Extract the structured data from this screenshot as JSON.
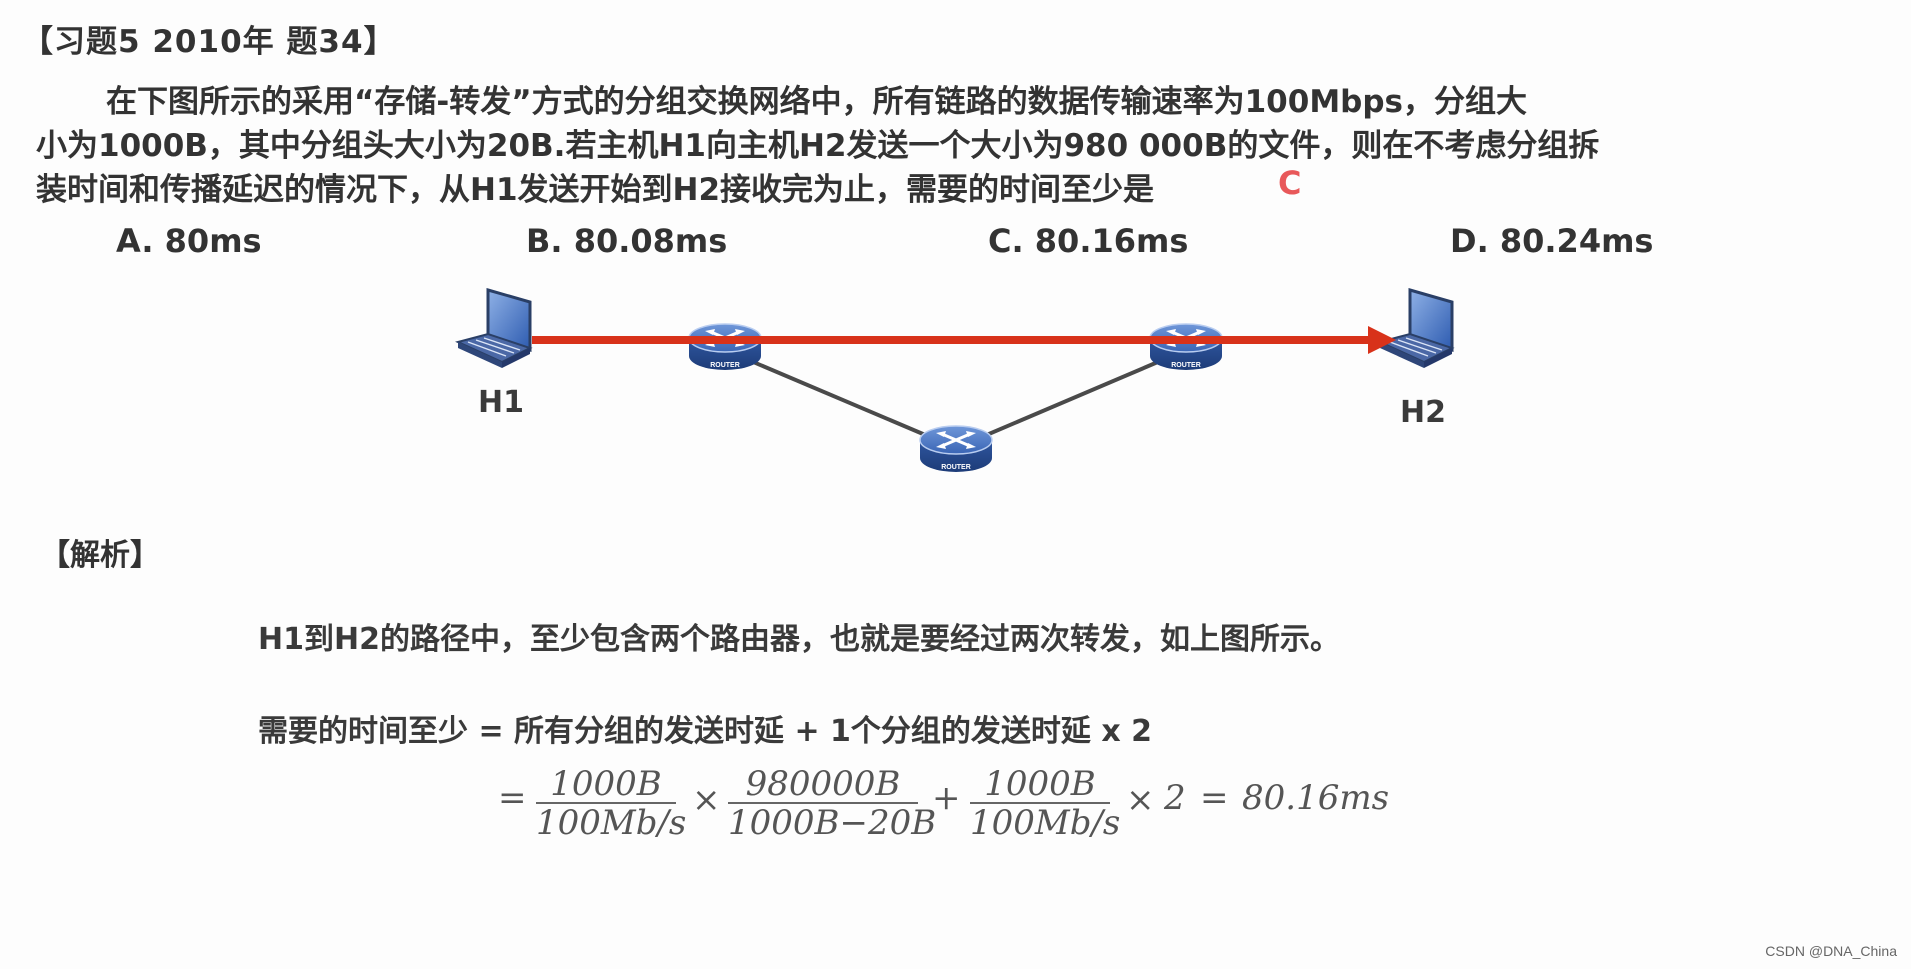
{
  "header": {
    "title": "【习题5   2010年 题34】"
  },
  "question": {
    "lines": [
      "在下图所示的采用“存储-转发”方式的分组交换网络中，所有链路的数据传输速率为100Mbps，分组大",
      "小为1000B，其中分组头大小为20B.若主机H1向主机H2发送一个大小为980 000B的文件，则在不考虑分组拆",
      "装时间和传播延迟的情况下，从H1发送开始到H2接收完为止，需要的时间至少是"
    ],
    "answer_mark": "C"
  },
  "options": [
    {
      "label": "A. 80ms"
    },
    {
      "label": "B. 80.08ms"
    },
    {
      "label": "C. 80.16ms"
    },
    {
      "label": "D. 80.24ms"
    }
  ],
  "diagram": {
    "host_left": "H1",
    "host_right": "H2",
    "router_label": "ROUTER",
    "colors": {
      "arrow": "#d8321a",
      "link": "#4a4a4a",
      "router": "#3a65b5"
    },
    "icons": [
      "laptop-icon",
      "router-icon"
    ]
  },
  "analysis": {
    "heading": "【解析】",
    "line1": "H1到H2的路径中，至少包含两个路由器，也就是要经过两次转发，如上图所示。",
    "line2": "需要的时间至少 = 所有分组的发送时延 + 1个分组的发送时延 x 2",
    "formula": {
      "eq": "=",
      "f1_num": "1000B",
      "f1_den": "100Mb/s",
      "times1": "×",
      "f2_num": "980000B",
      "f2_den": "1000B−20B",
      "plus": "+",
      "f3_num": "1000B",
      "f3_den": "100Mb/s",
      "times2": "×",
      "two": "2",
      "eq2": "=",
      "result": "80.16ms"
    }
  },
  "watermark": "CSDN @DNA_China"
}
